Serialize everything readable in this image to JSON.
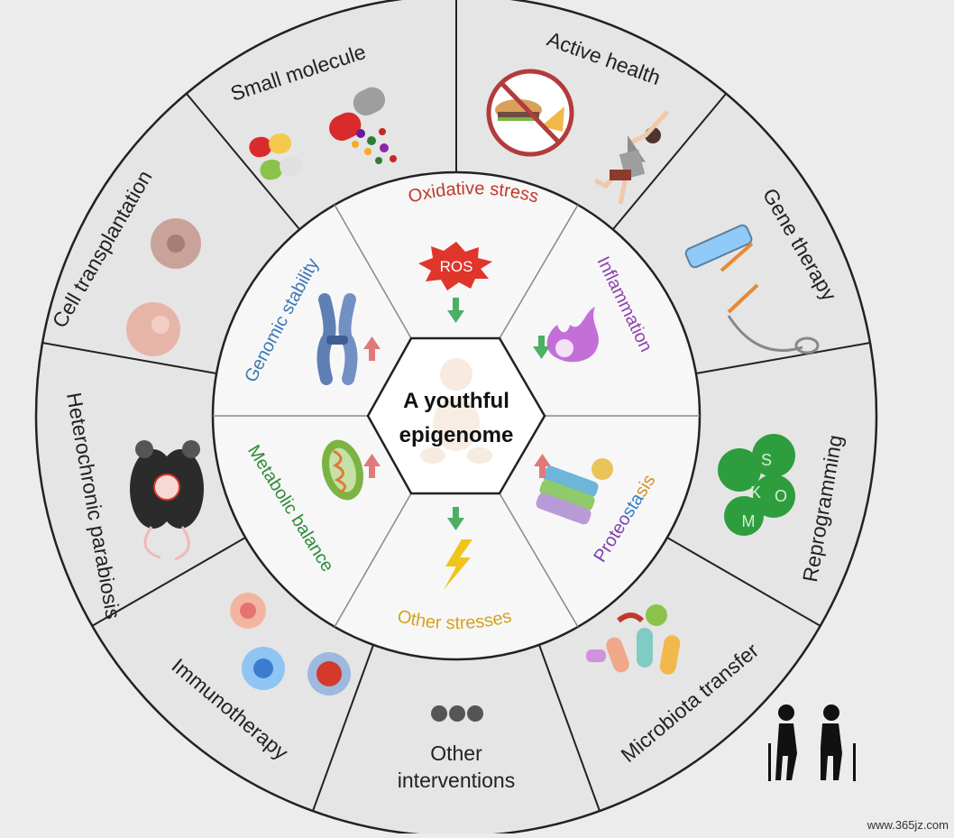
{
  "center": {
    "line1": "A youthful",
    "line2": "epigenome"
  },
  "inner_ring": [
    {
      "label": "Oxidative stress",
      "color": "#c0392b",
      "arrow": "down"
    },
    {
      "label": "Inflammation",
      "color": "#8e44ad",
      "arrow": "down"
    },
    {
      "label_parts": [
        "Proteo",
        "sta",
        "sis"
      ],
      "colors": [
        "#7a3fb0",
        "#2f7fc1",
        "#d6901f"
      ],
      "arrow": "up"
    },
    {
      "label": "Other stresses",
      "color": "#d6a21e",
      "arrow": "down"
    },
    {
      "label": "Metabolic balance",
      "color": "#2e8b3a",
      "arrow": "up"
    },
    {
      "label": "Genomic stability",
      "color": "#3b78b8",
      "arrow": "up"
    }
  ],
  "ros_label": "ROS",
  "outer_ring": [
    "Active health",
    "Gene therapy",
    "Reprogramming",
    "Microbiota transfer",
    "Other interventions",
    "Immunotherapy",
    "Heterochronic parabiosis",
    "Cell transplantation",
    "Small molecule"
  ],
  "other_interventions": {
    "line1": "Other",
    "line2": "interventions"
  },
  "reprogramming_factors": [
    "S",
    "O",
    "K",
    "M"
  ],
  "watermark": "www.365jz.com",
  "colors": {
    "arrow_up": "#e07a7a",
    "arrow_down": "#4caf63",
    "outer_fill": "#e5e5e5",
    "inner_fill": "#f7f7f7",
    "stroke": "#222222"
  }
}
